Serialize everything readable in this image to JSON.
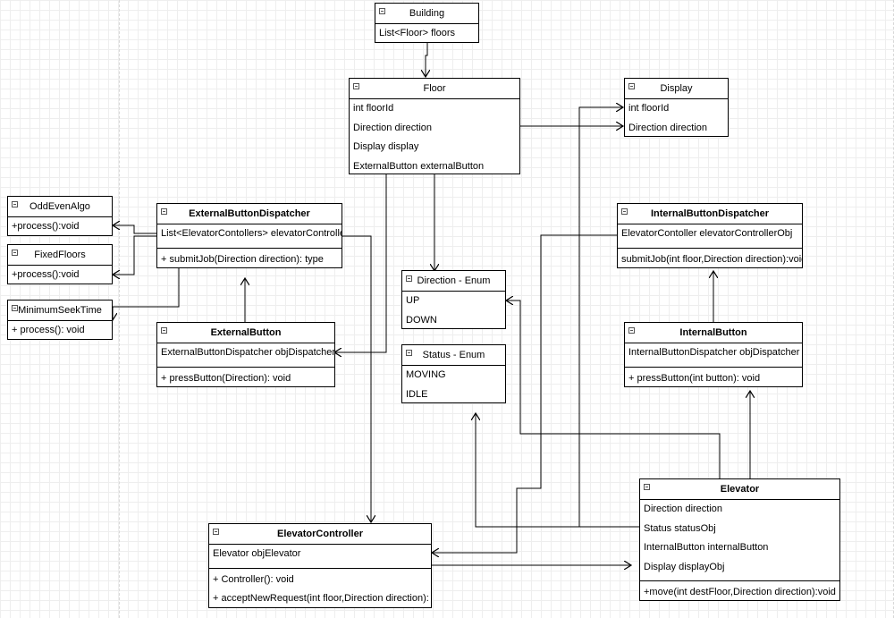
{
  "classes": {
    "building": {
      "name": "Building",
      "attributes": [
        "List<Floor> floors"
      ]
    },
    "floor": {
      "name": "Floor",
      "attributes": [
        "int floorId",
        "Direction direction",
        "Display display",
        "ExternalButton externalButton"
      ]
    },
    "display": {
      "name": "Display",
      "attributes": [
        "int floorId",
        "Direction direction"
      ]
    },
    "odd_even_algo": {
      "name": "OddEvenAlgo",
      "methods": [
        "+process():void"
      ]
    },
    "fixed_floors": {
      "name": "FixedFloors",
      "methods": [
        "+process():void"
      ]
    },
    "minimum_seek_time": {
      "name": "MinimumSeekTime",
      "methods": [
        "+ process(): void"
      ]
    },
    "external_button_dispatcher": {
      "name": "ExternalButtonDispatcher",
      "attributes": [
        "List<ElevatorContollers> elevatorControllers"
      ],
      "methods": [
        "+ submitJob(Direction direction): type"
      ]
    },
    "direction_enum": {
      "name": "Direction - Enum",
      "values": [
        "UP",
        "DOWN"
      ]
    },
    "status_enum": {
      "name": "Status - Enum",
      "values": [
        "MOVING",
        "IDLE"
      ]
    },
    "internal_button_dispatcher": {
      "name": "InternalButtonDispatcher",
      "attributes": [
        "ElevatorContoller elevatorControllerObj"
      ],
      "methods": [
        "submitJob(int floor,Direction direction):void"
      ]
    },
    "external_button": {
      "name": "ExternalButton",
      "attributes": [
        "ExternalButtonDispatcher objDispatcher"
      ],
      "methods": [
        "+ pressButton(Direction): void"
      ]
    },
    "internal_button": {
      "name": "InternalButton",
      "attributes": [
        "InternalButtonDispatcher objDispatcher"
      ],
      "methods": [
        "+ pressButton(int button): void"
      ]
    },
    "elevator_controller": {
      "name": "ElevatorController",
      "attributes": [
        "Elevator objElevator"
      ],
      "methods": [
        "+ Controller(): void",
        "+ acceptNewRequest(int floor,Direction direction): void"
      ]
    },
    "elevator": {
      "name": "Elevator",
      "attributes": [
        "Direction direction",
        "Status statusObj",
        "InternalButton internalButton",
        "Display displayObj"
      ],
      "methods": [
        "+move(int destFloor,Direction direction):void"
      ]
    }
  },
  "colors": {
    "line": "#000000",
    "grid": "#eeeeee",
    "box_fill": "#ffffff"
  }
}
